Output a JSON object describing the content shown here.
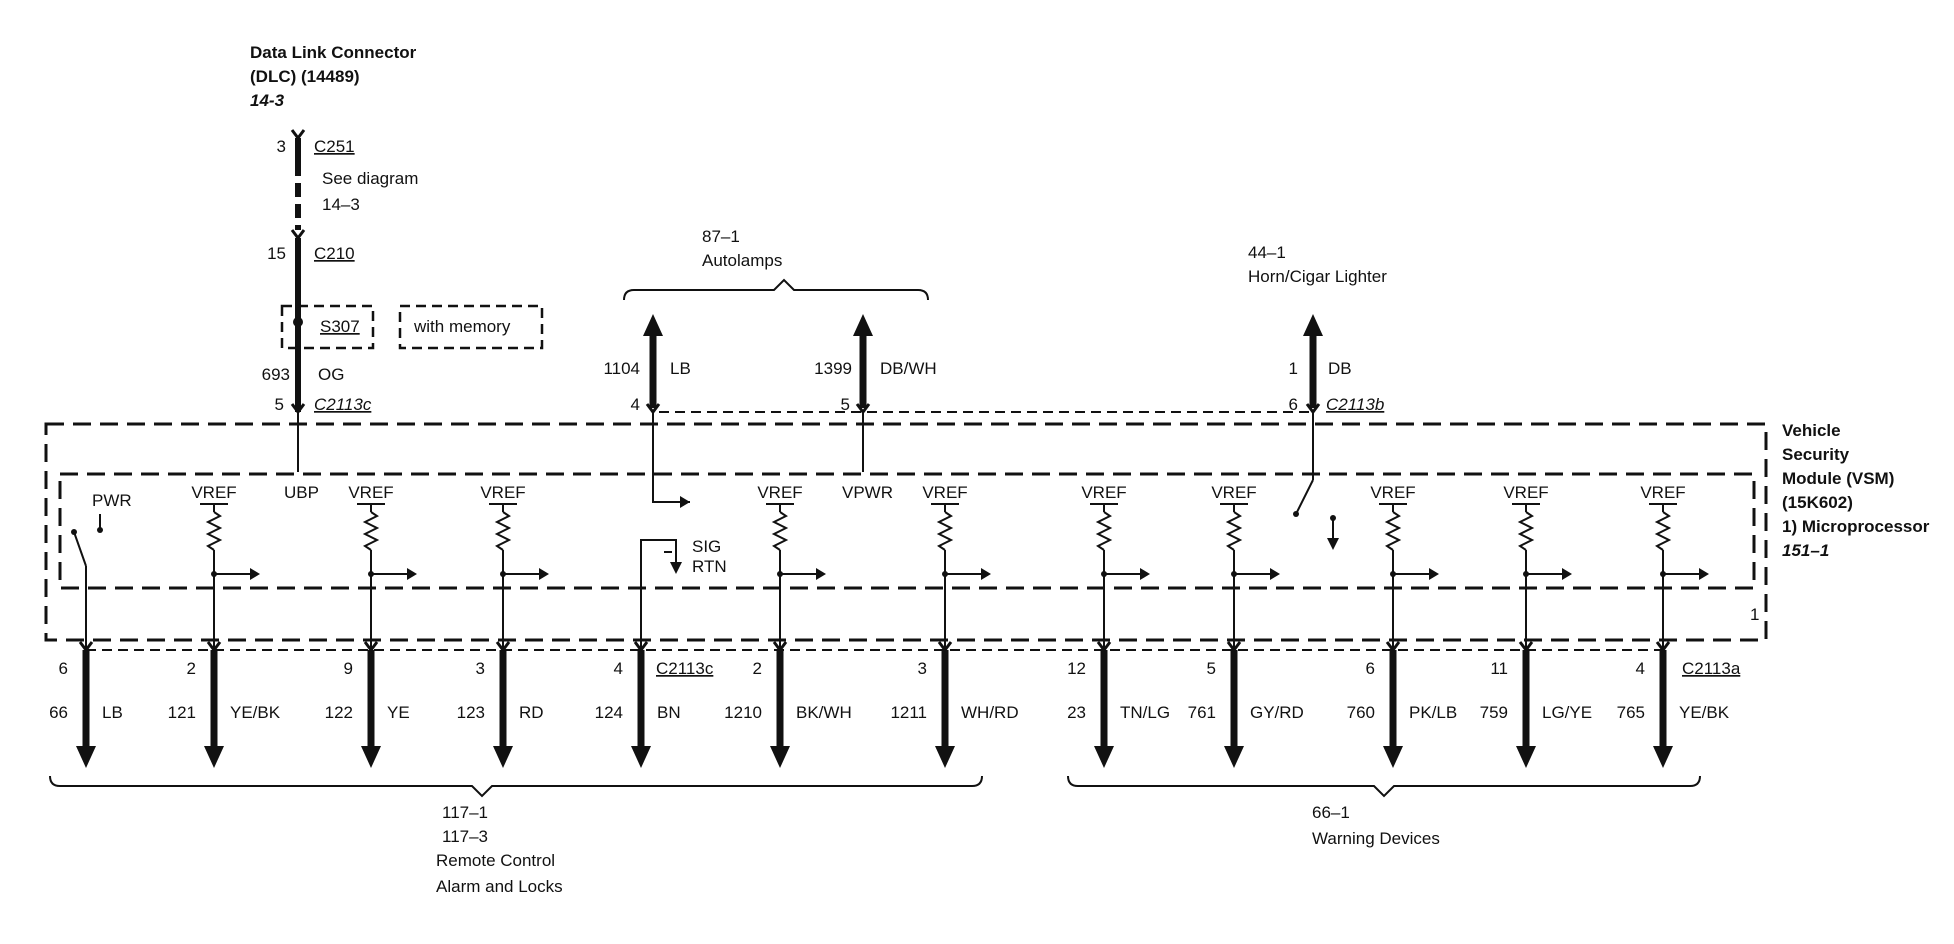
{
  "dlc": {
    "title_line1": "Data Link Connector",
    "title_line2": "(DLC) (14489)",
    "ref": "14-3",
    "pin_c251": "3",
    "conn_c251": "C251",
    "see_line1": "See diagram",
    "see_line2": "14–3",
    "pin_c210": "15",
    "conn_c210": "C210",
    "splice": "S307",
    "memory_note": "with memory",
    "circuit": "693",
    "color": "OG",
    "pin_c2113c": "5",
    "conn_c2113c": "C2113c"
  },
  "autolamps": {
    "ref": "87–1",
    "name": "Autolamps",
    "wire1_circuit": "1104",
    "wire1_color": "LB",
    "wire1_pin": "4",
    "wire2_circuit": "1399",
    "wire2_color": "DB/WH",
    "wire2_pin": "5"
  },
  "horn": {
    "ref": "44–1",
    "name": "Horn/Cigar Lighter",
    "circuit": "1",
    "color": "DB",
    "pin": "6",
    "conn": "C2113b"
  },
  "vsm": {
    "line1": "Vehicle",
    "line2": "Security",
    "line3": "Module (VSM)",
    "line4": "(15K602)",
    "line5": "1) Microprocessor",
    "ref": "151–1",
    "footnote": "1"
  },
  "internal": {
    "pwr": "PWR",
    "ubp": "UBP",
    "vpwr": "VPWR",
    "vref": "VREF",
    "sig": "SIG",
    "rtn": "RTN"
  },
  "bottom_wires": [
    {
      "pin": "6",
      "circuit": "66",
      "color": "LB"
    },
    {
      "pin": "2",
      "circuit": "121",
      "color": "YE/BK"
    },
    {
      "pin": "9",
      "circuit": "122",
      "color": "YE"
    },
    {
      "pin": "3",
      "circuit": "123",
      "color": "RD"
    },
    {
      "pin": "4",
      "circuit": "124",
      "color": "BN"
    },
    {
      "pin": "2",
      "circuit": "1210",
      "color": "BK/WH"
    },
    {
      "pin": "3",
      "circuit": "1211",
      "color": "WH/RD"
    },
    {
      "pin": "12",
      "circuit": "23",
      "color": "TN/LG"
    },
    {
      "pin": "5",
      "circuit": "761",
      "color": "GY/RD"
    },
    {
      "pin": "6",
      "circuit": "760",
      "color": "PK/LB"
    },
    {
      "pin": "11",
      "circuit": "759",
      "color": "LG/YE"
    },
    {
      "pin": "4",
      "circuit": "765",
      "color": "YE/BK"
    }
  ],
  "conn_bottom_c": "C2113c",
  "conn_bottom_a": "C2113a",
  "remote": {
    "ref1": "117–1",
    "ref2": "117–3",
    "name1": "Remote Control",
    "name2": "Alarm and Locks"
  },
  "warning": {
    "ref": "66–1",
    "name": "Warning Devices"
  }
}
